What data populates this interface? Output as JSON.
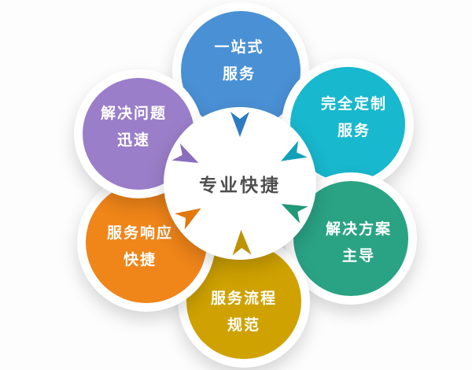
{
  "diagram": {
    "center_label": "专业快捷",
    "petals": [
      {
        "line1": "一站式",
        "line2": "服务",
        "color": "#4a90d5",
        "arrow_color": "#2e7bc0"
      },
      {
        "line1": "完全定制",
        "line2": "服务",
        "color": "#18b8ce",
        "arrow_color": "#12a2b8"
      },
      {
        "line1": "解决方案",
        "line2": "主导",
        "color": "#2aa384",
        "arrow_color": "#219878"
      },
      {
        "line1": "服务流程",
        "line2": "规范",
        "color": "#cfa202",
        "arrow_color": "#bd9300"
      },
      {
        "line1": "服务响应",
        "line2": "快捷",
        "color": "#f08519",
        "arrow_color": "#e2770e"
      },
      {
        "line1": "解决问题",
        "line2": "迅速",
        "color": "#9a7ec9",
        "arrow_color": "#8a6dbd"
      }
    ]
  }
}
